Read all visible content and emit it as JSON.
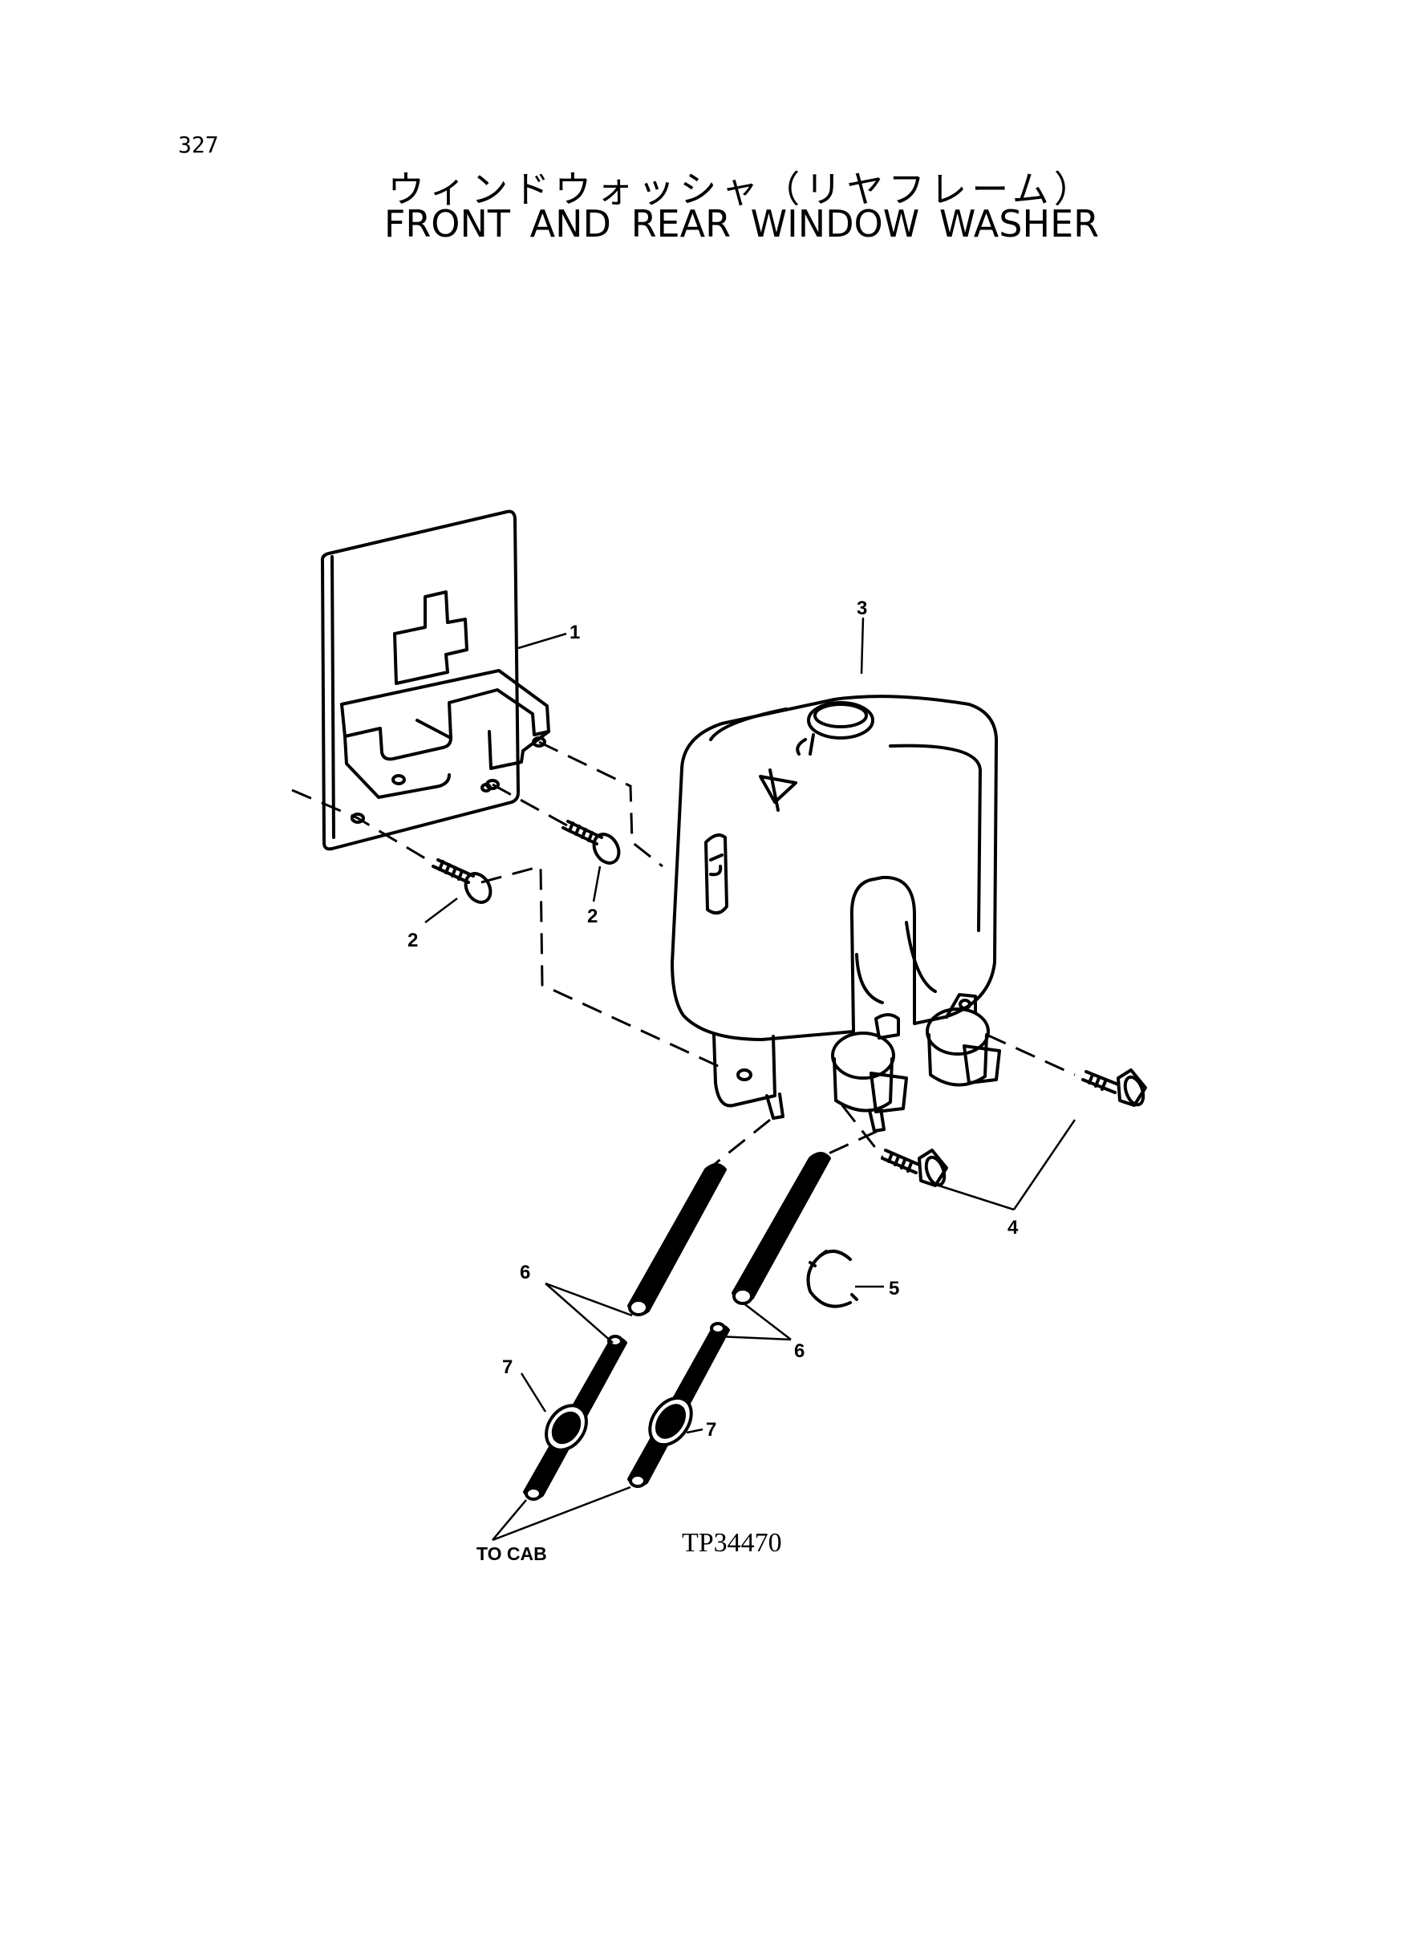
{
  "page_number": "327",
  "title_jp": "ウィンドウォッシャ（リヤフレーム）",
  "title_en": "FRONT AND  REAR WINDOW WASHER",
  "callouts": {
    "bracket": "1",
    "bolt_left": "2",
    "bolt_right": "2",
    "tank": "3",
    "bolts_tank": "4",
    "clip": "5",
    "hose_left": "6",
    "hose_right": "6",
    "grommet_left": "7",
    "grommet_right": "7"
  },
  "to_cab_label": "TO CAB",
  "figure_ref": "TP34470"
}
